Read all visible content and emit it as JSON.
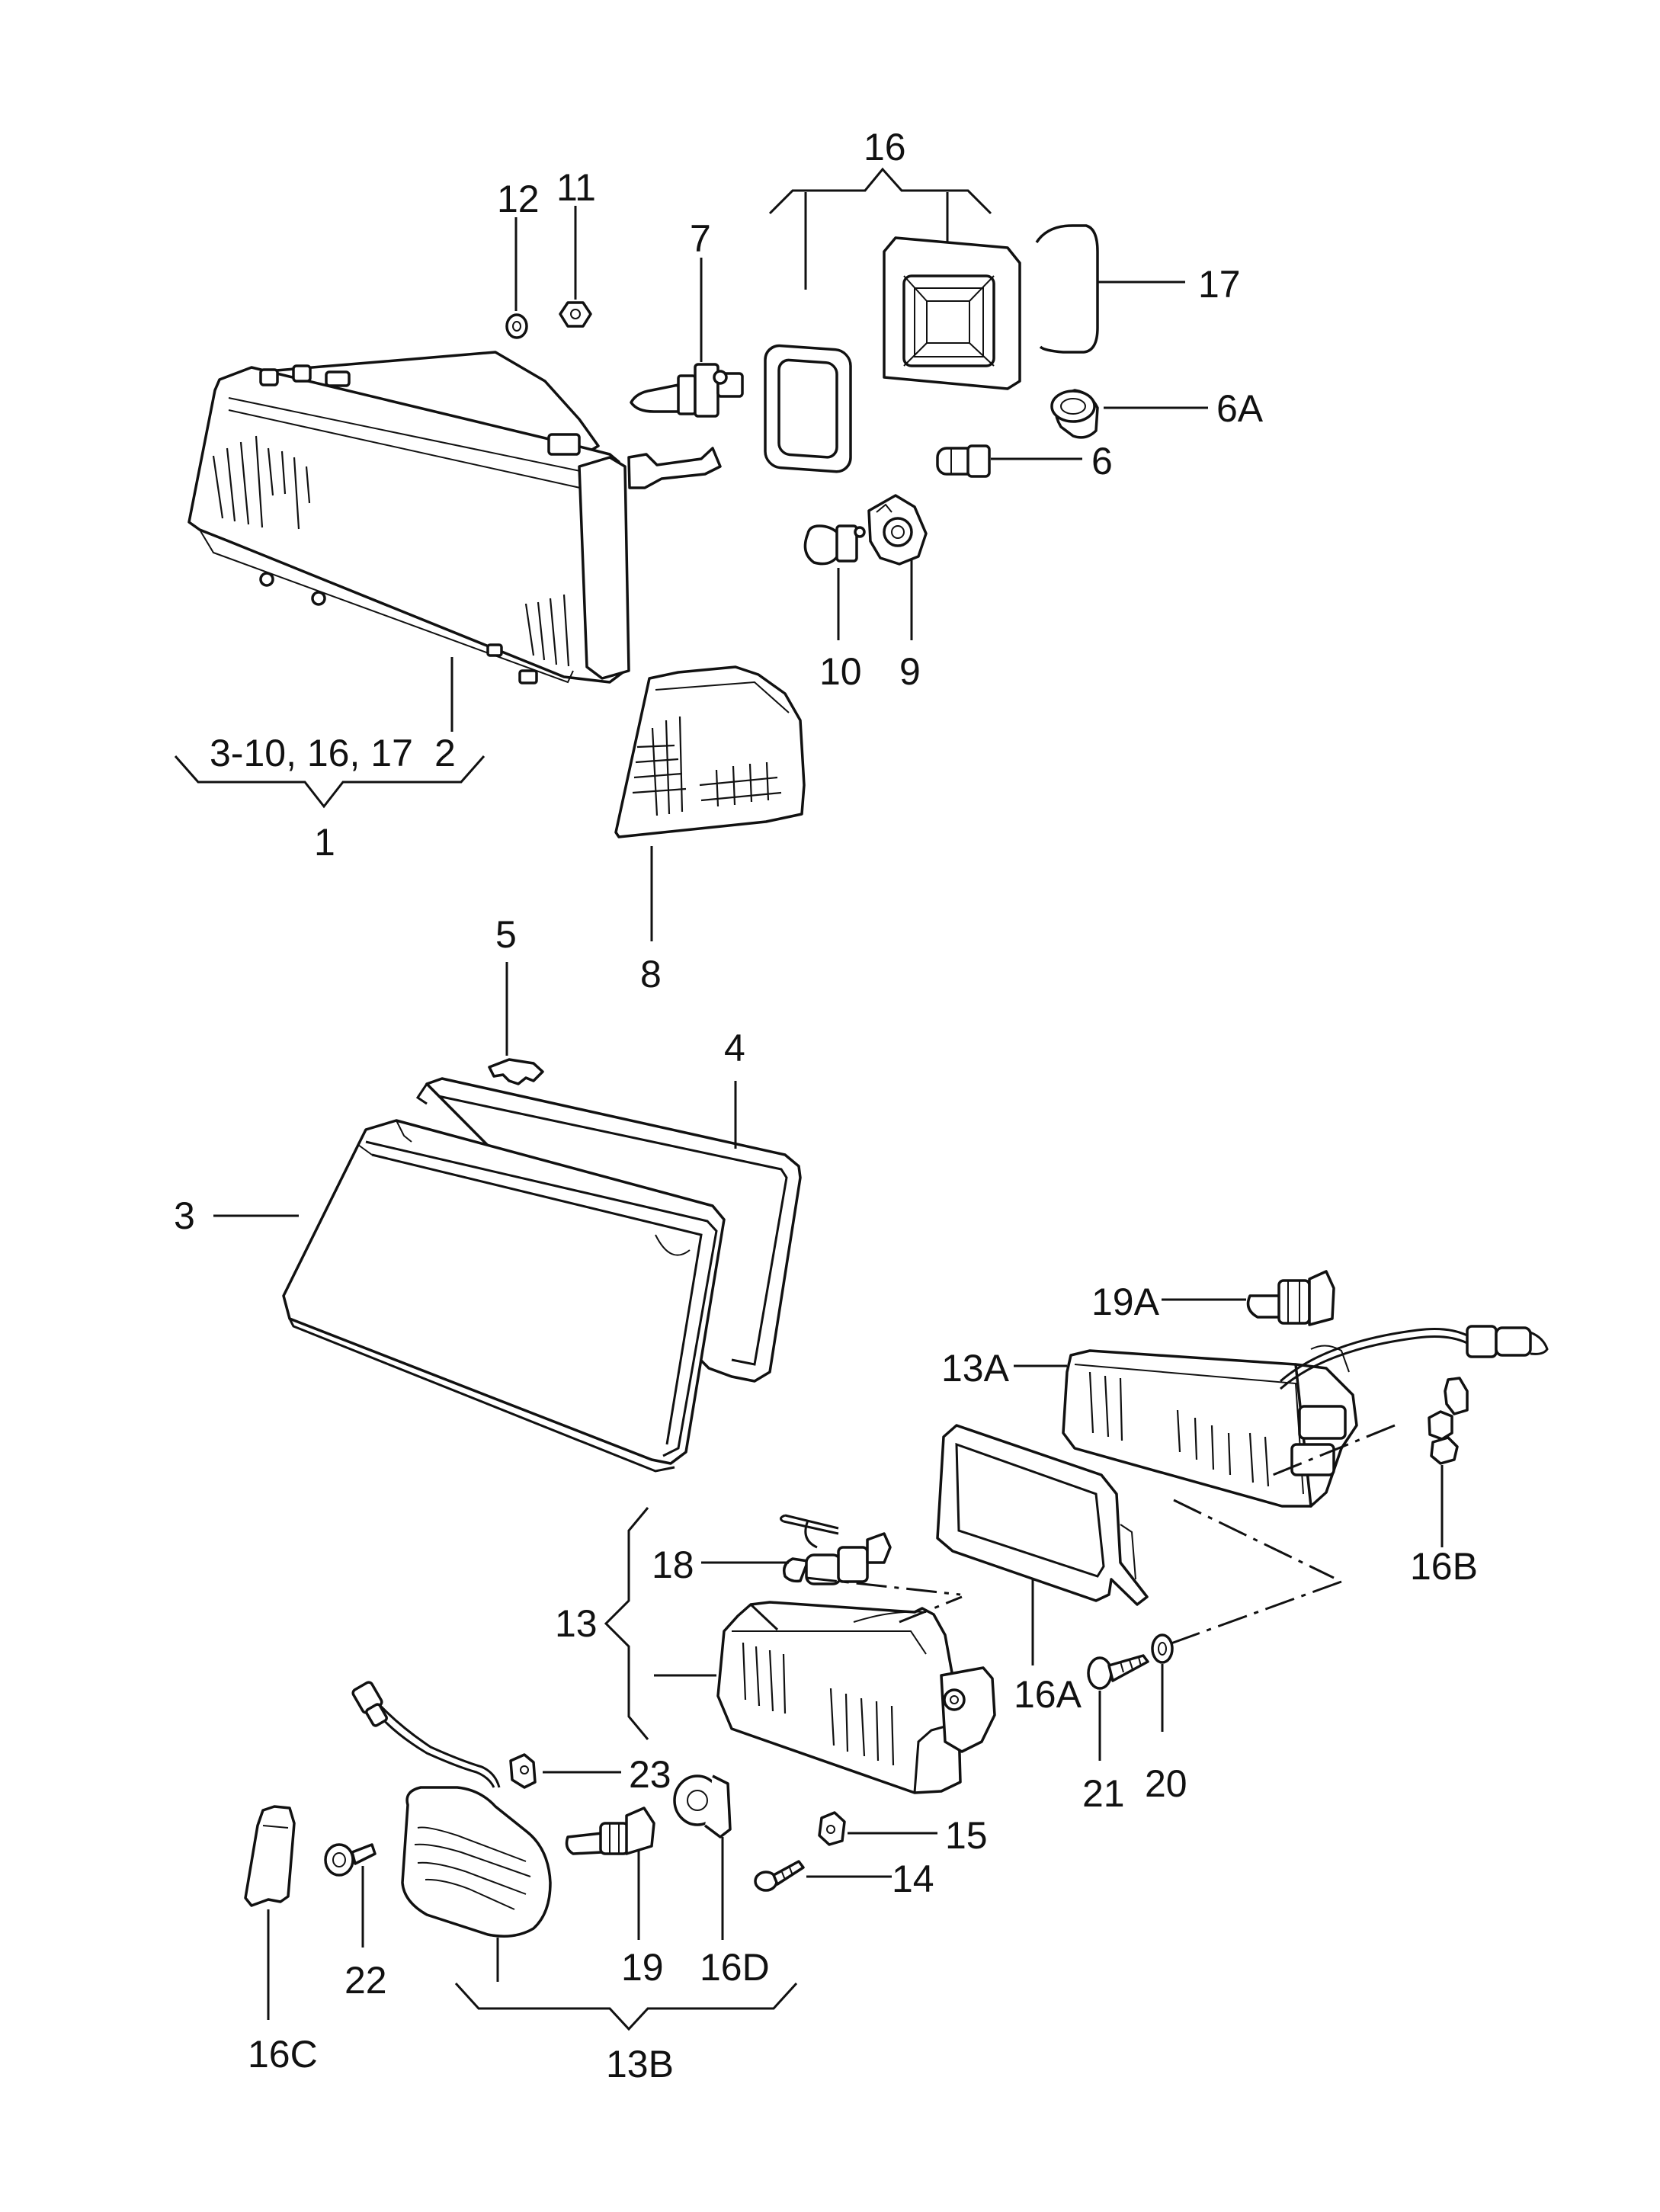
{
  "labels": {
    "l12": "12",
    "l11": "11",
    "l7": "7",
    "l16": "16",
    "l17": "17",
    "l6A": "6A",
    "l6": "6",
    "l10": "10",
    "l9": "9",
    "l2": "2",
    "lgroup1": "3-10, 16, 17",
    "l1": "1",
    "l8": "8",
    "l5": "5",
    "l4": "4",
    "l3": "3",
    "l19A": "19A",
    "l13A": "13A",
    "l16B": "16B",
    "l18": "18",
    "l13": "13",
    "l16A": "16A",
    "l21": "21",
    "l20": "20",
    "l23": "23",
    "l15": "15",
    "l14": "14",
    "l22": "22",
    "l19": "19",
    "l16D": "16D",
    "l16C": "16C",
    "l13B": "13B"
  }
}
